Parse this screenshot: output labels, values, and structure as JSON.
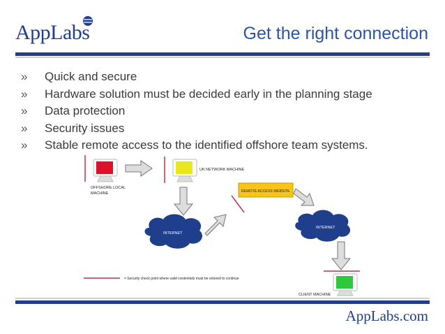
{
  "brand": {
    "logo_text": "AppLabs",
    "footer_text": "AppLabs.com"
  },
  "title": "Get the right connection",
  "bullet_marker": "»",
  "bullets": [
    "Quick and secure",
    "Hardware solution must be decided early in the planning stage",
    "Data protection",
    "Security issues",
    "Stable remote access to the identified offshore team systems."
  ],
  "diagram": {
    "offshore_machine": {
      "label_line1": "OFFSHORE LOCAL",
      "label_line2": "MACHINE",
      "screen_color": "#e0102a"
    },
    "uk_machine": {
      "label": "UK NETWORK MACHINE",
      "screen_color": "#e8e81a"
    },
    "internet_left": "INTERNET",
    "internet_right": "INTERNET",
    "remote_access": "REMOTE ACCESS WEBSITE",
    "client_machine": {
      "label": "CLIENT MACHINE",
      "screen_color": "#2fc83a"
    },
    "legend": "= Security check point where valid credentials must be entered to continue"
  },
  "colors": {
    "brand_blue": "#1f3f8c",
    "title_blue": "#2a55a8",
    "cloud": "#1f3f8c",
    "checkpoint": "#c0304a",
    "remote_box": "#f7c51a",
    "arrow": "#d9d9d9"
  }
}
